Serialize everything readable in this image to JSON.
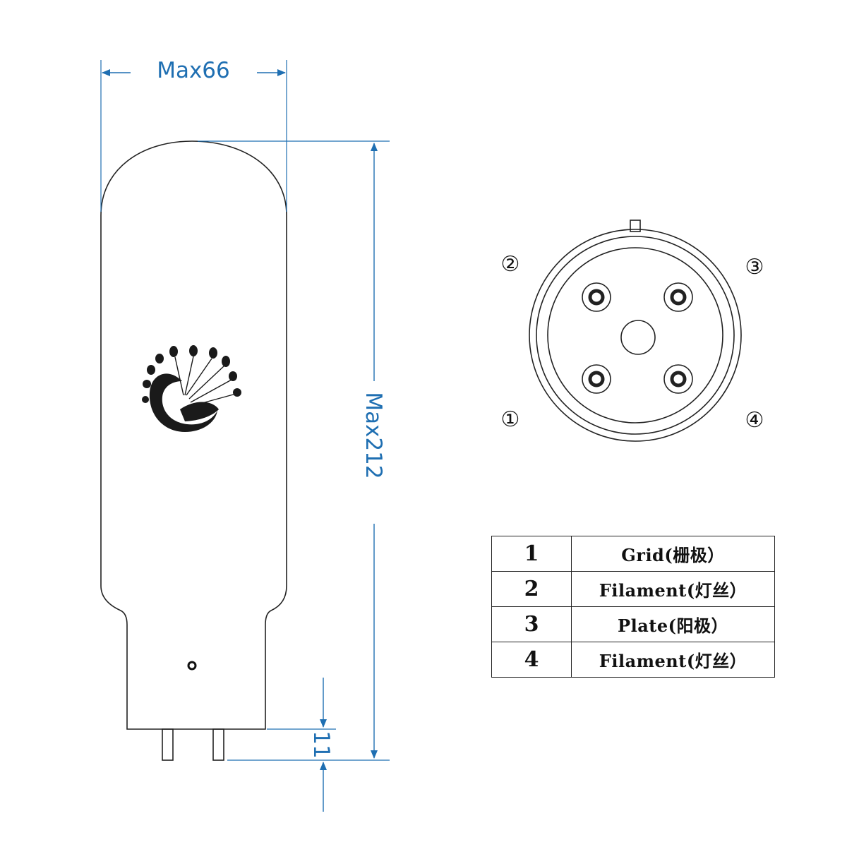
{
  "dimensions": {
    "diameter": "Max66",
    "height": "Max212",
    "pin_length": "11"
  },
  "base_pin_labels": [
    "①",
    "②",
    "③",
    "④"
  ],
  "pin_table": [
    {
      "pin": "1",
      "name": "Grid(栅极）"
    },
    {
      "pin": "2",
      "name": "Filament(灯丝）"
    },
    {
      "pin": "3",
      "name": "Plate(阳极）"
    },
    {
      "pin": "4",
      "name": "Filament(灯丝）"
    }
  ],
  "colors": {
    "dimension": "#1f6fb2",
    "outline": "#222222"
  },
  "logo": "peacock-logo"
}
